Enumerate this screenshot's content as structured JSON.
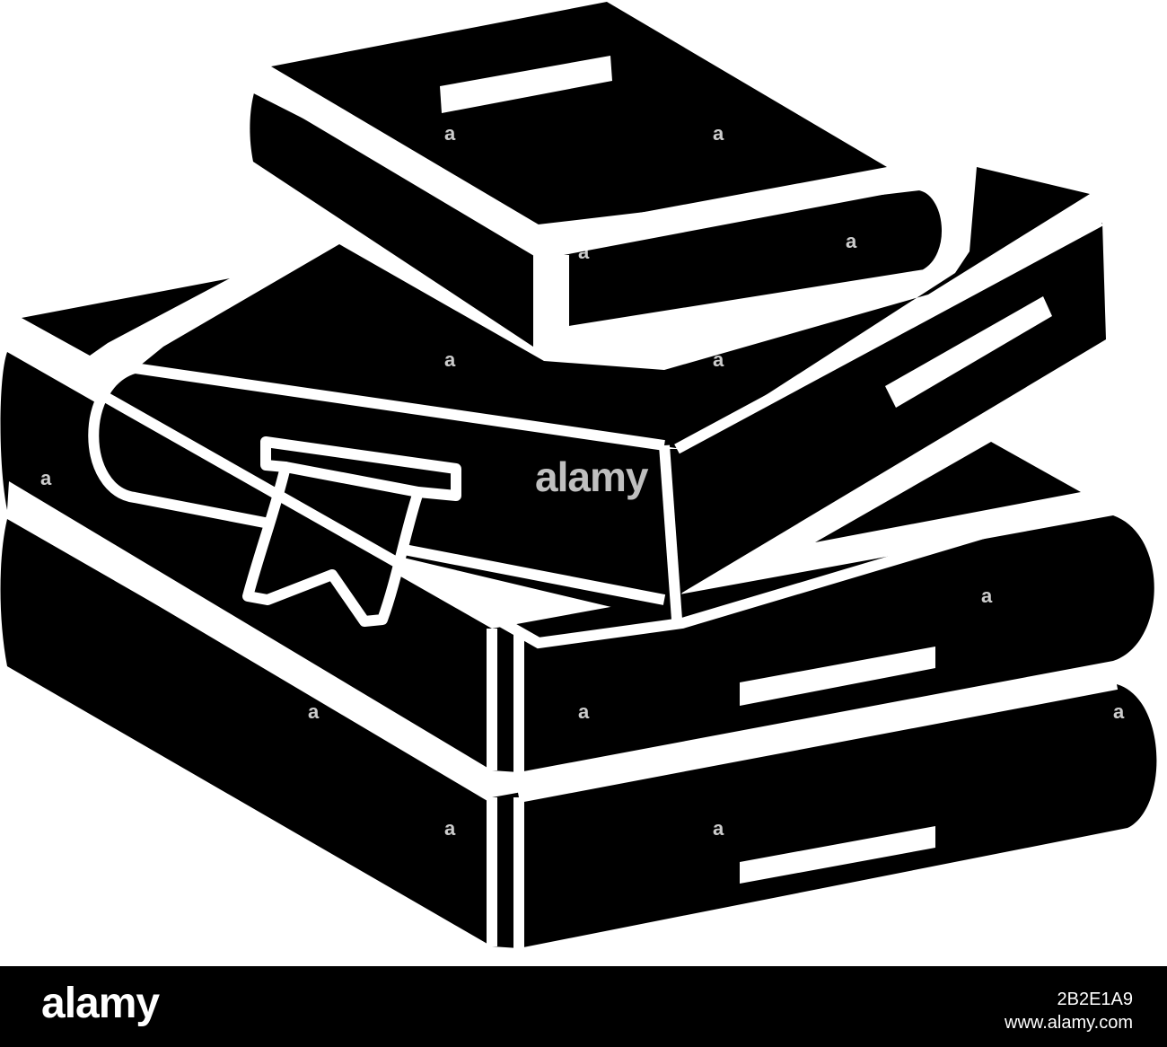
{
  "illustration": {
    "subject": "stack-of-books-icon",
    "fill_color": "#000000",
    "line_color": "#ffffff"
  },
  "watermark": {
    "main": "alamy",
    "mark": "a"
  },
  "footer": {
    "logo": "alamy",
    "image_id": "2B2E1A9",
    "url": "www.alamy.com",
    "background": "#000000"
  }
}
